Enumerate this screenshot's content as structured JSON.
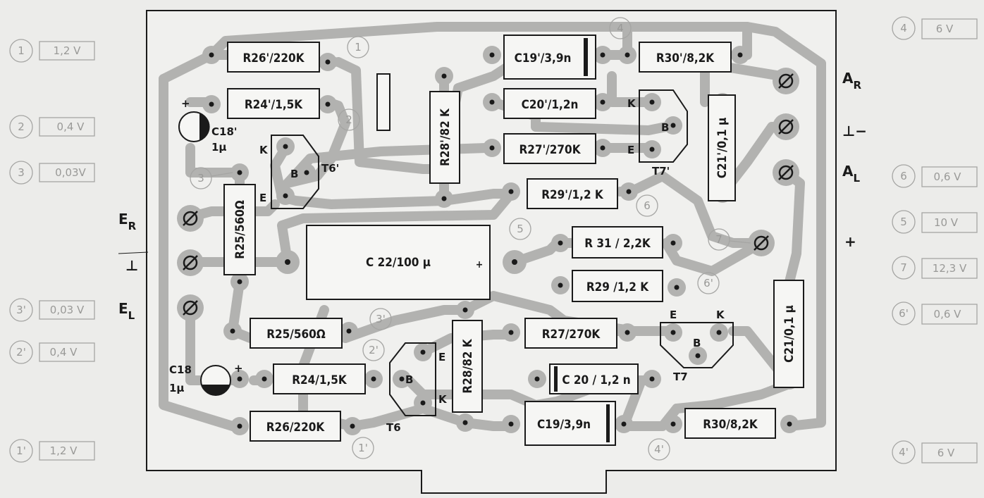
{
  "components": [
    {
      "id": "r26p",
      "label": "R26'/220K"
    },
    {
      "id": "r24p",
      "label": "R24'/1,5K"
    },
    {
      "id": "c19p",
      "label": "C19'/3,9n"
    },
    {
      "id": "r30p",
      "label": "R30'/8,2K"
    },
    {
      "id": "c20p",
      "label": "C20'/1,2n"
    },
    {
      "id": "r27p",
      "label": "R27'/270K"
    },
    {
      "id": "r28p",
      "label": "R28'/82 K"
    },
    {
      "id": "r29p",
      "label": "R29'/1,2 K"
    },
    {
      "id": "c21p",
      "label": "C21'/0,1 µ"
    },
    {
      "id": "r25p",
      "label": "R25/560Ω"
    },
    {
      "id": "c22",
      "label": "C 22/100 µ"
    },
    {
      "id": "r31",
      "label": "R 31 / 2,2K"
    },
    {
      "id": "r29",
      "label": "R29 /1,2 K"
    },
    {
      "id": "r25",
      "label": "R25/560Ω"
    },
    {
      "id": "r28",
      "label": "R28/82 K"
    },
    {
      "id": "r27",
      "label": "R27/270K"
    },
    {
      "id": "r24",
      "label": "R24/1,5K"
    },
    {
      "id": "c20",
      "label": "C 20 / 1,2 n"
    },
    {
      "id": "c21",
      "label": "C21/0,1 µ"
    },
    {
      "id": "r26",
      "label": "R26/220K"
    },
    {
      "id": "c19",
      "label": "C19/3,9n"
    },
    {
      "id": "r30",
      "label": "R30/8,2K"
    }
  ],
  "transistors": [
    {
      "id": "t6p",
      "label": "T6'",
      "pins": [
        "K",
        "B",
        "E"
      ]
    },
    {
      "id": "t7p",
      "label": "T7'",
      "pins": [
        "K",
        "B",
        "E"
      ]
    },
    {
      "id": "t7",
      "label": "T7",
      "pins": [
        "E",
        "K",
        "B"
      ]
    },
    {
      "id": "t6",
      "label": "T6",
      "pins": [
        "E",
        "B",
        "K"
      ]
    }
  ],
  "electrolytics": [
    {
      "id": "c18p",
      "label": "C18'",
      "value": "1µ",
      "plus": "+"
    },
    {
      "id": "c18",
      "label": "C18",
      "value": "1µ",
      "plus": "+"
    }
  ],
  "c22_plus": "+",
  "side_labels": [
    {
      "id": "er",
      "main": "E",
      "sub": "R"
    },
    {
      "id": "gnd-left",
      "main": "⊥",
      "sub": ""
    },
    {
      "id": "el",
      "main": "E",
      "sub": "L"
    },
    {
      "id": "ar",
      "main": "A",
      "sub": "R"
    },
    {
      "id": "gnd-minus",
      "main": "⊥−",
      "sub": ""
    },
    {
      "id": "al",
      "main": "A",
      "sub": "L"
    },
    {
      "id": "plus",
      "main": "+",
      "sub": ""
    }
  ],
  "test_points": [
    "1",
    "2",
    "3",
    "5",
    "4",
    "6",
    "7",
    "6'",
    "3'",
    "2'",
    "1'",
    "4'"
  ],
  "voltage_left": [
    {
      "point": "1",
      "value": "1,2 V"
    },
    {
      "point": "2",
      "value": "0,4 V"
    },
    {
      "point": "3",
      "value": "0,03V"
    },
    {
      "point": "3'",
      "value": "0,03 V"
    },
    {
      "point": "2'",
      "value": "0,4 V"
    },
    {
      "point": "1'",
      "value": "1,2 V"
    }
  ],
  "voltage_right": [
    {
      "point": "4",
      "value": "6 V"
    },
    {
      "point": "6",
      "value": "0,6 V"
    },
    {
      "point": "5",
      "value": "10 V"
    },
    {
      "point": "7",
      "value": "12,3 V"
    },
    {
      "point": "6'",
      "value": "0,6 V"
    },
    {
      "point": "4'",
      "value": "6 V"
    }
  ]
}
